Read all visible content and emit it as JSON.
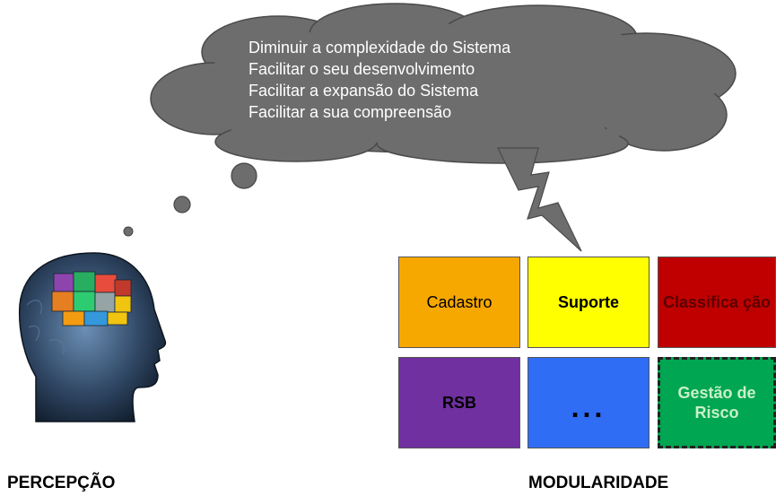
{
  "cloud": {
    "lines": [
      "Diminuir a complexidade do Sistema",
      "Facilitar o seu desenvolvimento",
      "Facilitar a expansão do Sistema",
      "Facilitar a sua compreensão"
    ],
    "fill": "#6d6d6d"
  },
  "modules": [
    {
      "label": "Cadastro",
      "fill": "#f7a800",
      "text_color": "#000000",
      "bold": false
    },
    {
      "label": "Suporte",
      "fill": "#ffff00",
      "text_color": "#000000",
      "bold": true
    },
    {
      "label": "Classifica ção",
      "fill": "#c00000",
      "text_color": "#5a0000",
      "bold": true
    },
    {
      "label": "RSB",
      "fill": "#7030a0",
      "text_color": "#000000",
      "bold": true
    },
    {
      "label": "...",
      "fill": "#2f6df5",
      "text_color": "#000000",
      "bold": true
    },
    {
      "label": "Gestão de Risco",
      "fill": "#00a651",
      "text_color": "#c8f0c8",
      "bold": true,
      "dashed_border": true
    }
  ],
  "captions": {
    "left": "PERCEPÇÃO",
    "right": "MODULARIDADE"
  },
  "head_image": {
    "icon": "head-puzzle-icon"
  }
}
